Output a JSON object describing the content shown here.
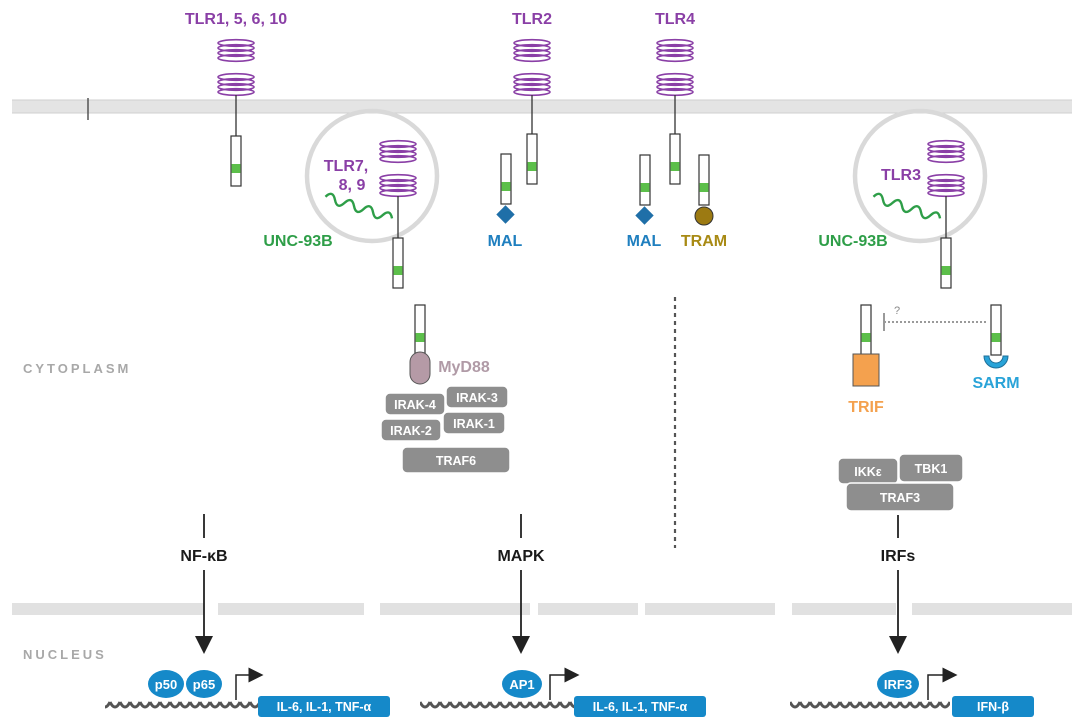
{
  "regions": {
    "cytoplasm": "CYTOPLASM",
    "nucleus": "NUCLEUS"
  },
  "receptors": {
    "tlr1": "TLR1, 5, 6, 10",
    "tlr2": "TLR2",
    "tlr4": "TLR4",
    "tlr7_a": "TLR7,",
    "tlr7_b": "8, 9",
    "tlr3": "TLR3"
  },
  "adaptors": {
    "unc93b": "UNC-93B",
    "mal": "MAL",
    "tram": "TRAM",
    "myd88": "MyD88",
    "trif": "TRIF",
    "sarm": "SARM",
    "question": "?"
  },
  "kinases": {
    "irak4": "IRAK-4",
    "irak3": "IRAK-3",
    "irak2": "IRAK-2",
    "irak1": "IRAK-1",
    "traf6": "TRAF6",
    "ikke": "IKKε",
    "tbk1": "TBK1",
    "traf3": "TRAF3"
  },
  "pathways": {
    "nfkb": "NF-κB",
    "mapk": "MAPK",
    "irfs": "IRFs"
  },
  "transcription": {
    "p50": "p50",
    "p65": "p65",
    "ap1": "AP1",
    "irf3": "IRF3",
    "genes_1": "IL-6, IL-1, TNF-α",
    "genes_2": "IL-6, IL-1, TNF-α",
    "genes_3": "IFN-β"
  },
  "colors": {
    "receptor": "#8a3fa6",
    "unc93b": "#2e9e48",
    "mal": "#1f7fbf",
    "tram": "#a88a14",
    "trif": "#f4a14e",
    "sarm": "#29a3d8",
    "myd88": "#b59aa6",
    "kinase": "#8e8e8e",
    "tf": "#1589c9"
  }
}
